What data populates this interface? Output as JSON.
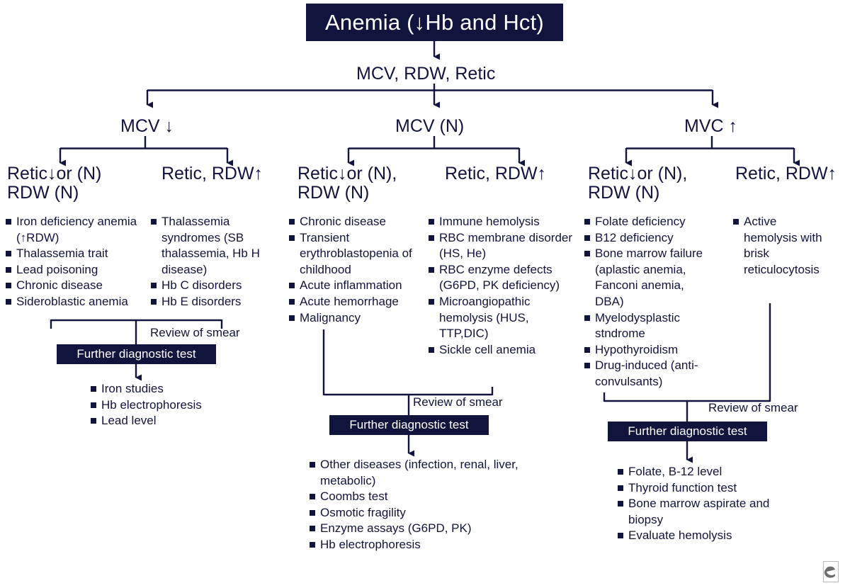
{
  "title": "Anemia (↓Hb and Hct)",
  "root_test": "MCV, RDW, Retic",
  "branches": {
    "low": "MCV ↓",
    "normal": "MCV (N)",
    "high": "MVC ↑"
  },
  "columns": [
    {
      "id": "microcytic-hyporegenerative",
      "heading": "Retic↓or (N)\nRDW (N)",
      "items": [
        "Iron deficiency anemia  (↑RDW)",
        "Thalassemia trait",
        "Lead poisoning",
        "Chronic disease",
        "Sideroblastic anemia"
      ]
    },
    {
      "id": "microcytic-regenerative",
      "heading": "Retic, RDW↑",
      "items": [
        "Thalassemia syndromes (SB thalassemia, Hb H disease)",
        "Hb C disorders",
        "Hb E disorders"
      ]
    },
    {
      "id": "normocytic-hyporegenerative",
      "heading": "Retic↓or (N),\nRDW (N)",
      "items": [
        "Chronic disease",
        "Transient erythroblastopenia of childhood",
        "Acute inflammation",
        "Acute hemorrhage",
        "Malignancy"
      ]
    },
    {
      "id": "normocytic-regenerative",
      "heading": "Retic, RDW↑",
      "items": [
        "Immune hemolysis",
        "RBC membrane disorder (HS, He)",
        "RBC enzyme defects (G6PD, PK deficiency)",
        "Microangiopathic hemolysis (HUS, TTP,DIC)",
        "Sickle cell anemia"
      ]
    },
    {
      "id": "macrocytic-hyporegenerative",
      "heading": "Retic↓or (N),\nRDW (N)",
      "items": [
        "Folate deficiency",
        "B12 deficiency",
        "Bone marrow failure (aplastic anemia, Fanconi anemia, DBA)",
        "Myelodysplastic stndrome",
        "Hypothyroidism",
        "Drug-induced (anti-convulsants)"
      ]
    },
    {
      "id": "macrocytic-regenerative",
      "heading": "Retic, RDW↑",
      "items": [
        "Active hemolysis with brisk reticulocytosis"
      ]
    }
  ],
  "smear_label": "Review of smear",
  "further_test_label": "Further diagnostic test",
  "outcomes": {
    "left": [
      "Iron studies",
      "Hb electrophoresis",
      "Lead level"
    ],
    "middle": [
      "Other diseases (infection, renal, liver, metabolic)",
      "Coombs test",
      "Osmotic fragility",
      "Enzyme assays (G6PD, PK)",
      "Hb electrophoresis"
    ],
    "right": [
      "Folate, B-12 level",
      "Thyroid function test",
      "Bone marrow aspirate and biopsy",
      "Evaluate hemolysis"
    ]
  },
  "colors": {
    "navy": "#11143d",
    "background": "#ffffff",
    "watermark": "#9a9a9a"
  },
  "watermark": "e-logo"
}
